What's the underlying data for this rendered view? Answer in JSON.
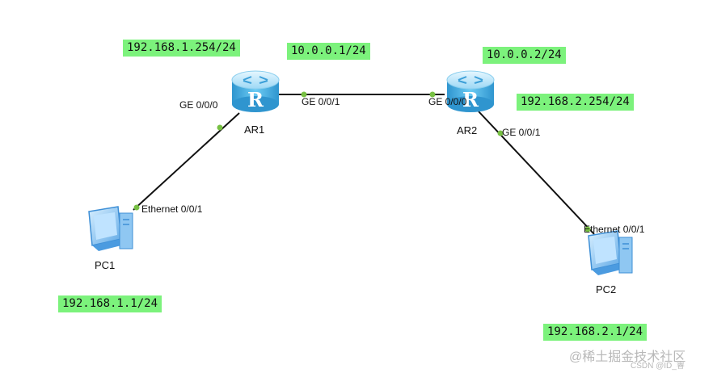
{
  "diagram": {
    "devices": {
      "ar1": {
        "label": "AR1"
      },
      "ar2": {
        "label": "AR2"
      },
      "pc1": {
        "label": "PC1"
      },
      "pc2": {
        "label": "PC2"
      }
    },
    "router_glyph": "R",
    "ports": {
      "ar1_ge000": "GE 0/0/0",
      "ar1_ge001": "GE 0/0/1",
      "ar2_ge000": "GE 0/0/0",
      "ar2_ge001": "GE 0/0/1",
      "pc1_eth": "Ethernet 0/0/1",
      "pc2_eth": "Ethernet 0/0/1"
    },
    "ip_labels": {
      "ar1_lan": "192.168.1.254/24",
      "ar1_wan": "10.0.0.1/24",
      "ar2_wan": "10.0.0.2/24",
      "ar2_lan": "192.168.2.254/24",
      "pc1": "192.168.1.1/24",
      "pc2": "192.168.2.1/24"
    },
    "colors": {
      "ip_label_bg": "#7cf27c",
      "link": "#111111",
      "port_dot": "#77c043",
      "router_body": "#4fb4e6",
      "pc_body": "#6fb8ee"
    }
  },
  "watermark": {
    "line1": "@稀土掘金技术社区",
    "line2": "CSDN @ID_睿"
  }
}
